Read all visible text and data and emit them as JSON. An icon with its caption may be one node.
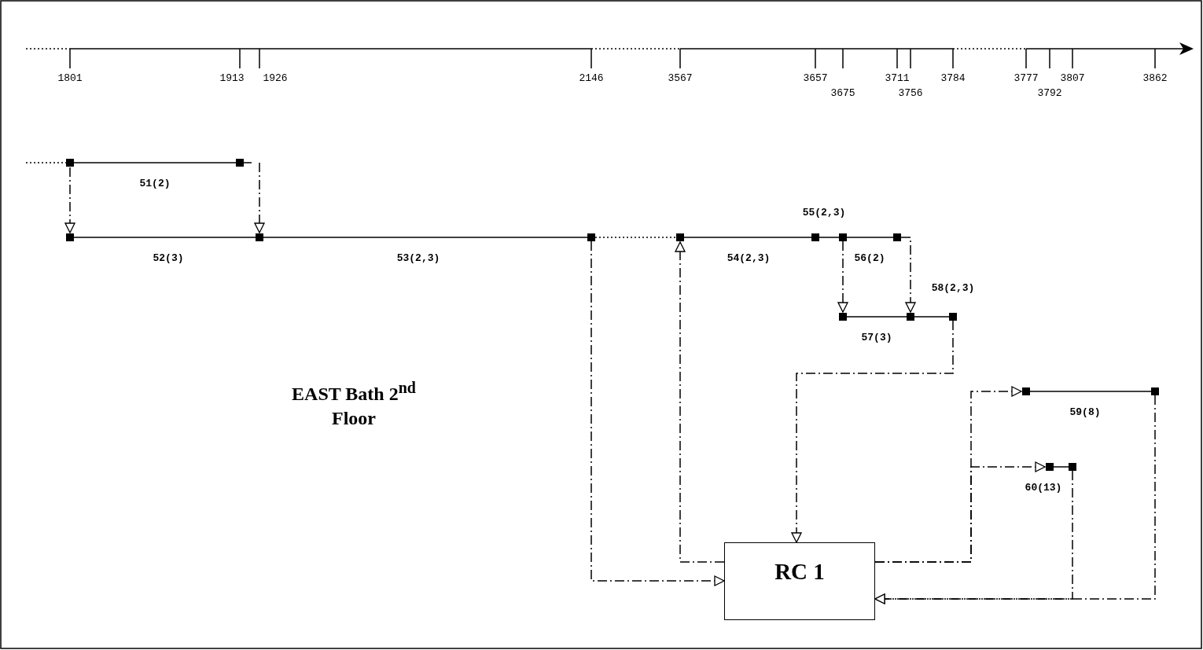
{
  "diagram": {
    "nodes": [
      {
        "text": [
          "51(2)"
        ]
      },
      {
        "text": [
          "52(3)"
        ]
      },
      {
        "text": [
          "53(2,3)"
        ]
      },
      {
        "text": [
          "54(2,3)"
        ]
      },
      {
        "text": [
          "55(2,3)"
        ]
      },
      {
        "text": [
          "56(2)"
        ]
      },
      {
        "text": [
          "57(3)"
        ]
      },
      {
        "text": [
          "58(2,3)"
        ]
      },
      {
        "text": [
          "59(8)"
        ]
      },
      {
        "text": [
          "60(13)"
        ]
      },
      {
        "text": [
          "RC 1"
        ]
      }
    ],
    "edges": [
      {
        "from": 0,
        "to": 1,
        "arrow": "to"
      },
      {
        "from": 0,
        "to": 1,
        "arrow": "to"
      },
      {
        "from": 2,
        "to": 3,
        "arrow": "none",
        "style": "dashed"
      },
      {
        "from": 2,
        "to": 10,
        "arrow": "to"
      },
      {
        "from": 10,
        "to": 3,
        "arrow": "to"
      },
      {
        "from": 5,
        "to": 6,
        "arrow": "to"
      },
      {
        "from": 5,
        "to": 6,
        "arrow": "to"
      },
      {
        "from": 7,
        "to": 10,
        "arrow": "to"
      },
      {
        "from": 10,
        "to": 8,
        "arrow": "to"
      },
      {
        "from": 10,
        "to": 9,
        "arrow": "to"
      },
      {
        "from": 8,
        "to": 10,
        "arrow": "to"
      },
      {
        "from": 9,
        "to": 10,
        "arrow": "to"
      },
      {
        "from": null,
        "to": 0,
        "arrow": "none",
        "style": "dashed"
      }
    ],
    "labels": [
      "1801",
      "1913",
      "1926",
      "2146",
      "3567",
      "3657",
      "3675",
      "3711",
      "3756",
      "3784",
      "3777",
      "3792",
      "3807",
      "3862",
      "EAST Bath 2$^{nd}$ Floor"
    ]
  }
}
